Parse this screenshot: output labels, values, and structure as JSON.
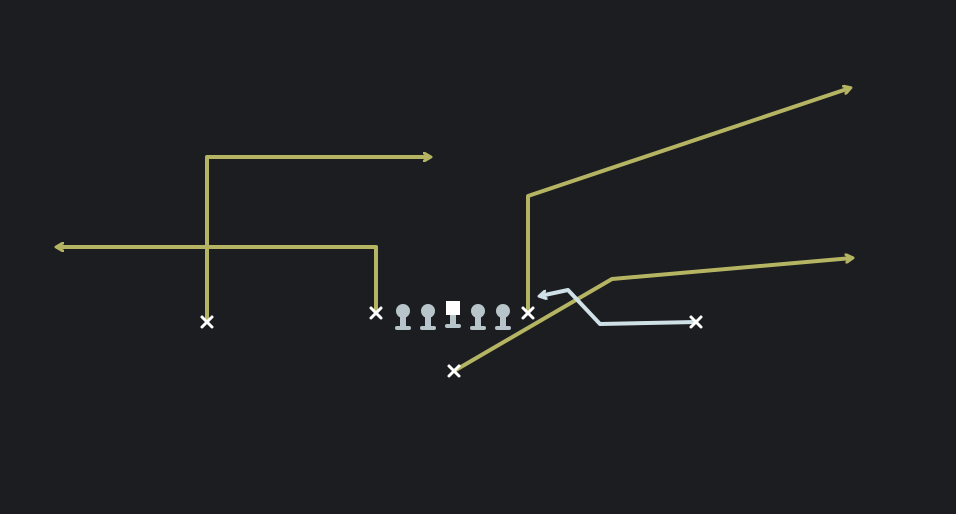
{
  "colors": {
    "background": "#1b1d20",
    "primary_route": "#b5b463",
    "secondary_route": "#cfe0e6",
    "player_marker": "#ffffff",
    "lineman": "#b7c4c9"
  },
  "play": {
    "receivers": [
      {
        "id": "wr-left-outside",
        "route": "dig-in",
        "route_color": "primary_route"
      },
      {
        "id": "wr-left-slot",
        "route": "out-left",
        "route_color": "primary_route"
      },
      {
        "id": "te-right",
        "route": "corner-right",
        "route_color": "primary_route"
      },
      {
        "id": "back-right",
        "route": "wheel-right",
        "route_color": "primary_route"
      },
      {
        "id": "wr-right",
        "route": "motion-left",
        "route_color": "secondary_route"
      }
    ],
    "offensive_line": [
      "tackle",
      "guard",
      "center",
      "guard",
      "tackle"
    ]
  }
}
